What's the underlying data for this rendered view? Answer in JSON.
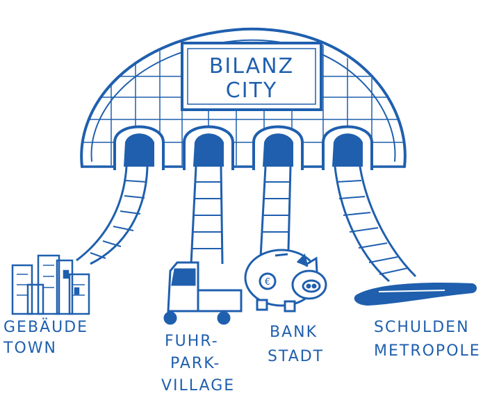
{
  "sign": {
    "line1": "BILANZ",
    "line2": "CITY"
  },
  "labels": {
    "gebaeude": [
      "GEBÄUDE",
      "TOWN"
    ],
    "fuhrpark": [
      "FUHR-",
      "PARK-",
      "VILLAGE"
    ],
    "bank": [
      "BANK",
      "STADT"
    ],
    "schulden": [
      "SCHULDEN",
      "METROPOLE"
    ]
  },
  "coin_symbol": "€",
  "colors": {
    "ink": "#1f5fae"
  }
}
